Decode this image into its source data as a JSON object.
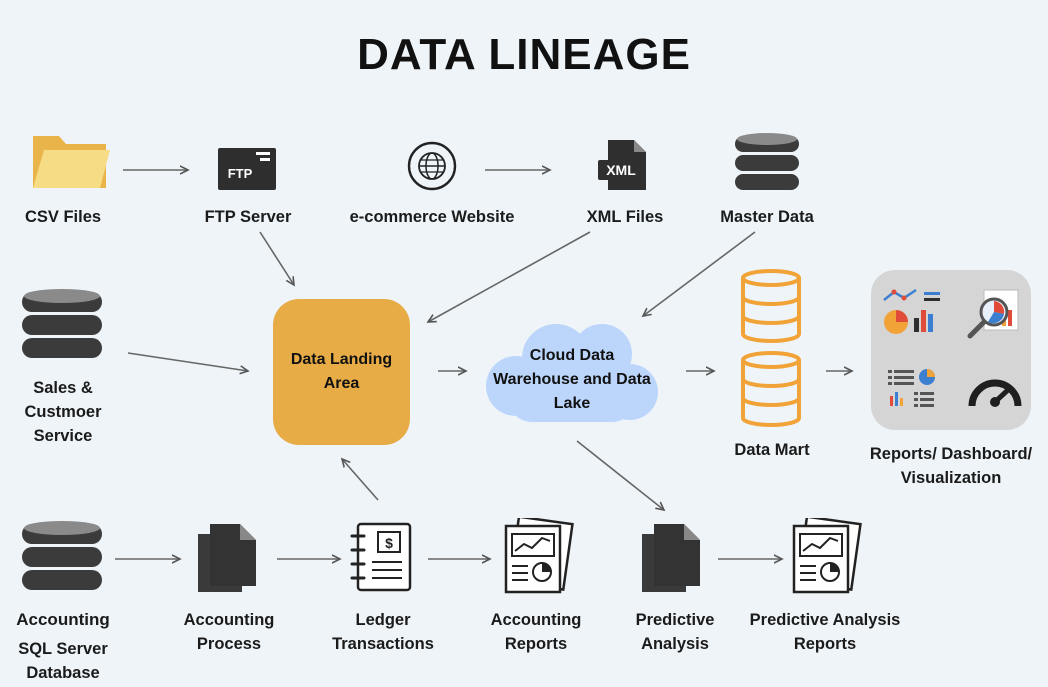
{
  "title": "DATA LINEAGE",
  "nodes": {
    "csv": "CSV Files",
    "ftp": "FTP Server",
    "ftp_icon_text": "FTP",
    "ecommerce": "e-commerce Website",
    "xml": "XML Files",
    "xml_icon_text": "XML",
    "master": "Master Data",
    "sales": "Sales & Custmoer Service",
    "landing": "Data Landing Area",
    "cloud": "Cloud Data Warehouse and Data Lake",
    "datamart": "Data Mart",
    "reports": "Reports/ Dashboard/ Visualization",
    "accounting_bold": "Accounting",
    "accounting_db": "SQL Server Database",
    "acc_process": "Accounting Process",
    "ledger": "Ledger Transactions",
    "acc_reports": "Accounting Reports",
    "predictive": "Predictive Analysis",
    "pred_reports": "Predictive Analysis Reports"
  },
  "colors": {
    "landing": "#e8ac47",
    "cloud": "#bcd6fb",
    "datamart": "#f2a338",
    "folder": "#f7dc86",
    "database": "#3b3b3b"
  }
}
